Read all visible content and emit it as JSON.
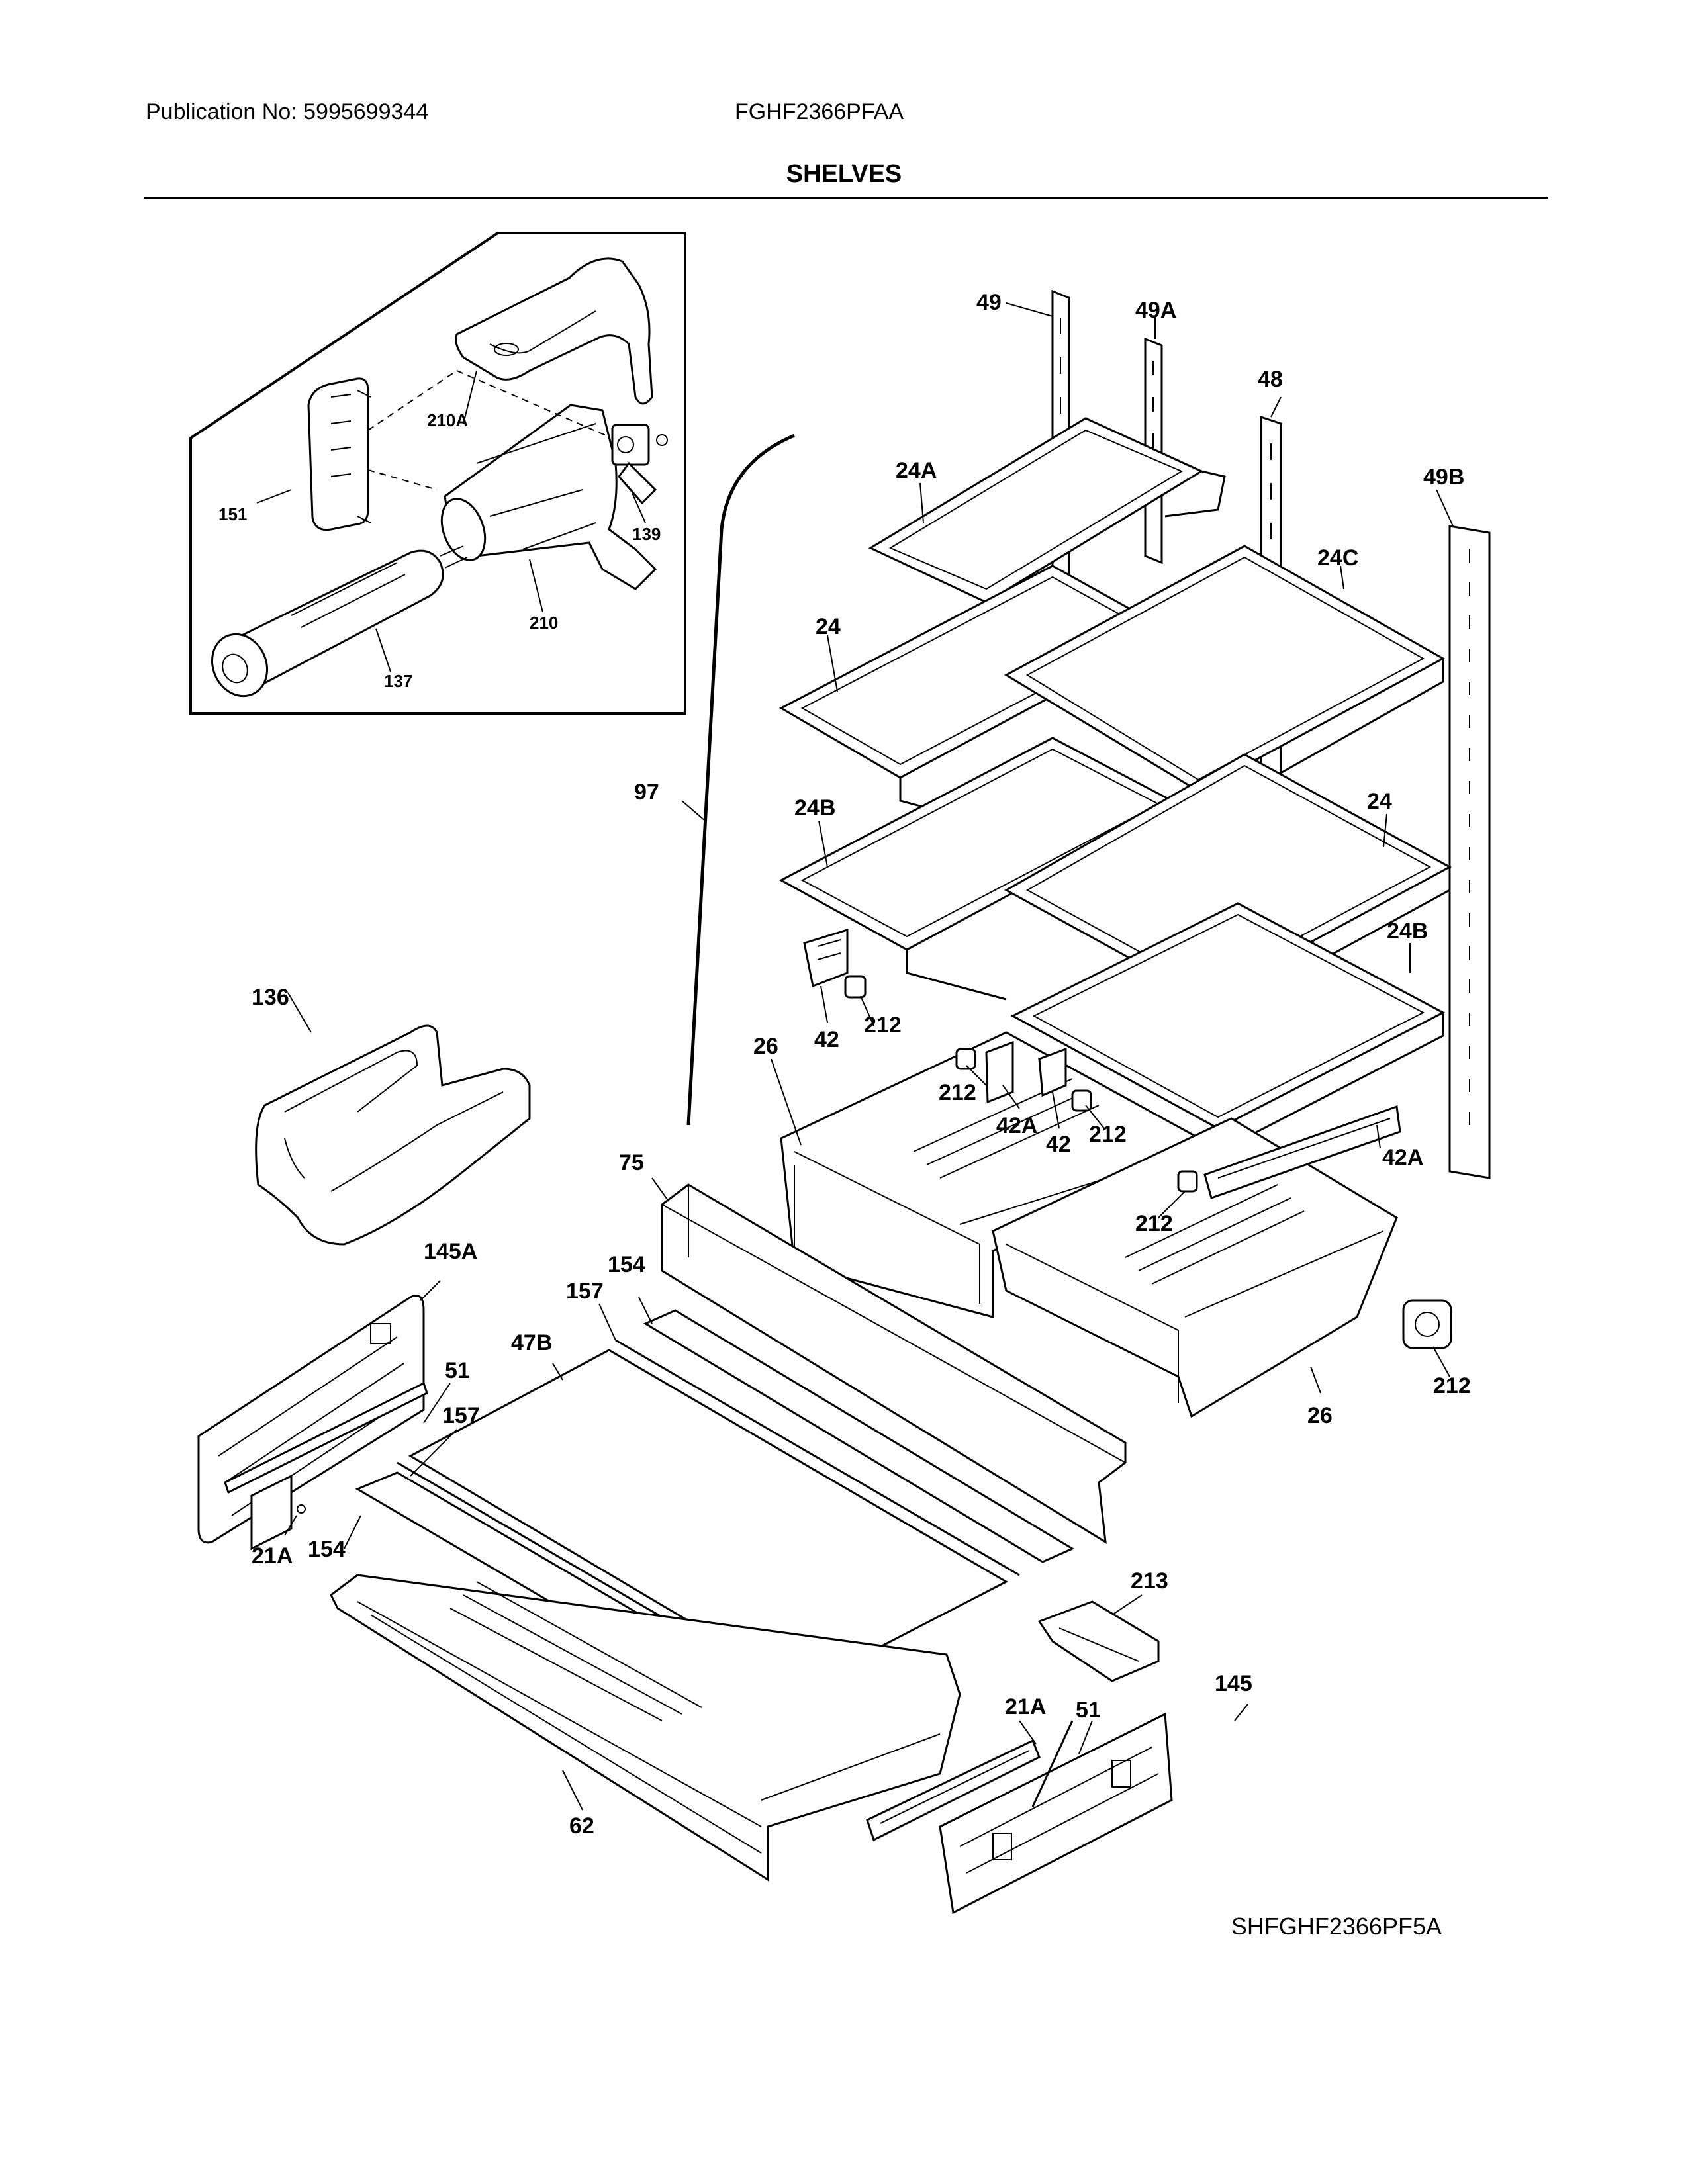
{
  "header": {
    "publication": "Publication No: 5995699344",
    "model": "FGHF2366PFAA"
  },
  "title": "SHELVES",
  "diagram_ref": "SHFGHF2366PF5A",
  "parts": {
    "p49": "49",
    "p49A": "49A",
    "p48": "48",
    "p49B": "49B",
    "p24A": "24A",
    "p24_top": "24",
    "p24C": "24C",
    "p24_right": "24",
    "p24B_left": "24B",
    "p24B_right": "24B",
    "p97": "97",
    "p42_left": "42",
    "p212_a": "212",
    "p26_left": "26",
    "p212_b": "212",
    "p42A_left": "42A",
    "p42_mid": "42",
    "p212_c": "212",
    "p42A_right": "42A",
    "p212_d": "212",
    "p212_e": "212",
    "p26_right": "26",
    "p136": "136",
    "p75": "75",
    "p145A": "145A",
    "p154_top": "154",
    "p157_top": "157",
    "p47B": "47B",
    "p51_left": "51",
    "p157_mid": "157",
    "p21A_left": "21A",
    "p154_left": "154",
    "p213": "213",
    "p145": "145",
    "p21A_right": "21A",
    "p51_right": "51",
    "p62": "62",
    "inset_151": "151",
    "inset_210A": "210A",
    "inset_139": "139",
    "inset_210": "210",
    "inset_137": "137"
  }
}
